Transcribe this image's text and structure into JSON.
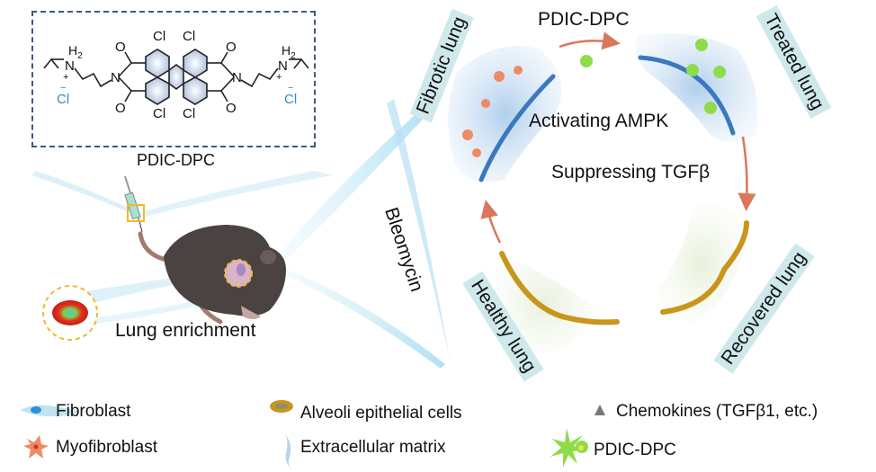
{
  "molecule": {
    "name": "PDIC-DPC",
    "atoms": {
      "cl": "Cl",
      "n": "N",
      "o": "O",
      "h2": "H",
      "h2_sub": "2",
      "plus": "+",
      "minus": "−",
      "counter_ion": "Cl"
    }
  },
  "mouse_panel": {
    "caption": "Lung enrichment"
  },
  "cycle": {
    "stages": {
      "fibrotic": "Fibrotic lung",
      "treated": "Treated lung",
      "recovered": "Recovered lung",
      "healthy": "Healthy lung"
    },
    "arrows": {
      "treatment": "PDIC-DPC",
      "mechanism_1": "Activating AMPK",
      "mechanism_2": "Suppressing TGFβ",
      "injury": "Bleomycin"
    }
  },
  "legend": {
    "items": [
      {
        "icon": "fibroblast-icon",
        "label": "Fibroblast"
      },
      {
        "icon": "myofibroblast-icon",
        "label": "Myofibroblast"
      },
      {
        "icon": "alveoli-epithelial-cell-icon",
        "label": "Alveoli epithelial cells"
      },
      {
        "icon": "extracellular-matrix-icon",
        "label": "Extracellular matrix"
      },
      {
        "icon": "chemokine-triangle-icon",
        "label": "Chemokines (TGFβ1, etc.)"
      },
      {
        "icon": "pdic-dpc-icon",
        "label": "PDIC-DPC"
      }
    ]
  },
  "colors": {
    "dashed_box": "#3d5a80",
    "counter_ion": "#2e86de",
    "light_beam": "#bfe6f5",
    "band": "#cfe8ec",
    "arrow": "#d9775a",
    "highlight": "#f2b731"
  }
}
